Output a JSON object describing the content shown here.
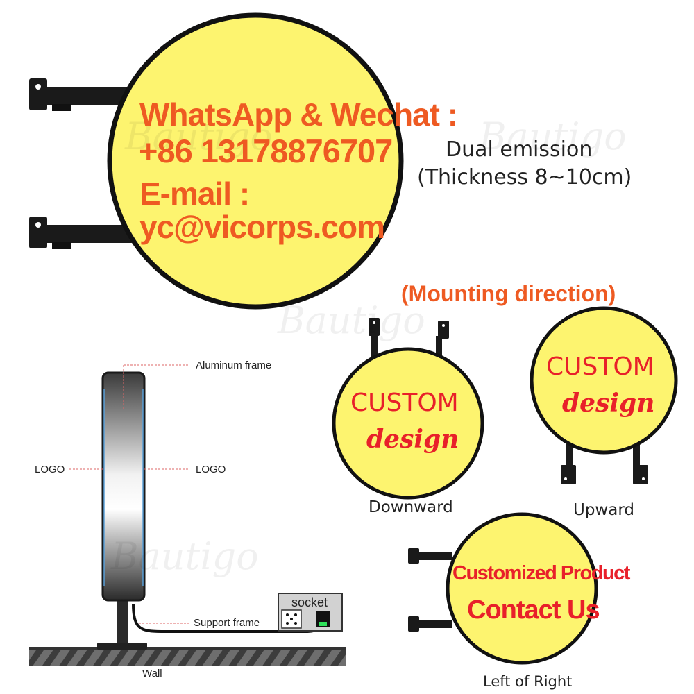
{
  "main_sign": {
    "line1": "WhatsApp & Wechat :",
    "line2": "+86 13178876707",
    "line3": "E-mail :",
    "line4": "yc@vicorps.com"
  },
  "info": {
    "title": "Dual emission",
    "subtitle": "(Thickness 8~10cm)"
  },
  "mounting": {
    "heading": "(Mounting direction)",
    "downward": {
      "line1": "CUSTOM",
      "line2": "design",
      "caption": "Downward"
    },
    "upward": {
      "line1": "CUSTOM",
      "line2": "design",
      "caption": "Upward"
    },
    "side": {
      "line1": "Customized Product",
      "line2": "Contact Us",
      "caption": "Left of Right"
    }
  },
  "diagram": {
    "aluminum_frame": "Aluminum frame",
    "logo_left": "LOGO",
    "logo_right": "LOGO",
    "support_frame": "Support frame",
    "socket": "socket",
    "wall": "Wall"
  },
  "watermark": "Bautigo",
  "colors": {
    "sign_fill": "#fdf46f",
    "contact_orange": "#ee5a22",
    "design_red": "#e8202a",
    "bracket": "#1a1a1a"
  }
}
